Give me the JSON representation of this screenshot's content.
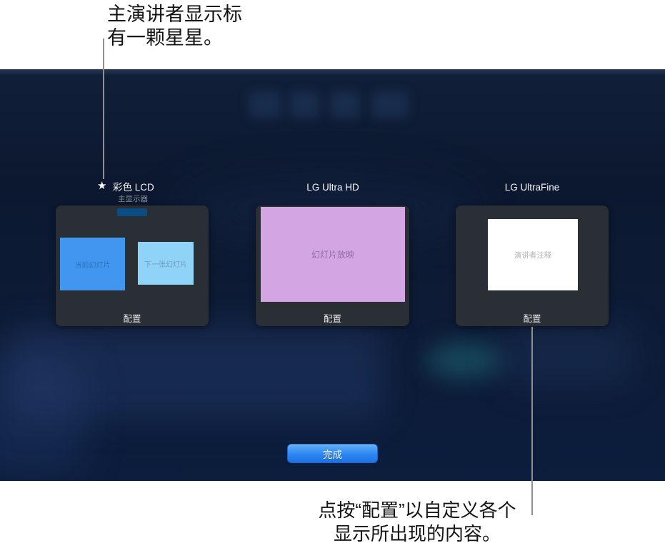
{
  "annotations": {
    "top": {
      "line1": "主演讲者显示标",
      "line2": "有一颗星星。"
    },
    "bottom": {
      "line1": "点按“配置”以自定义各个",
      "line2": "显示所出现的内容。"
    }
  },
  "displays": [
    {
      "name": "彩色 LCD",
      "subtitle": "主显示器",
      "star_glyph": "★",
      "configure_label": "配置",
      "regions": {
        "current": "当前幻灯片",
        "next": "下一张幻灯片"
      }
    },
    {
      "name": "LG Ultra HD",
      "configure_label": "配置",
      "regions": {
        "main": "幻灯片放映"
      }
    },
    {
      "name": "LG UltraFine",
      "configure_label": "配置",
      "regions": {
        "notes": "演讲者注释"
      }
    }
  ],
  "done_button": {
    "label": "完成"
  },
  "colors": {
    "background_dark": "#0c1a33",
    "card_background": "#2a2e35",
    "current_slide_blue": "#4197ef",
    "next_slide_blue": "#90d3f9",
    "slideshow_purple": "#d3a5e3",
    "notes_white": "#ffffff",
    "done_button_blue": "#2e86f2",
    "connector_gray": "#8f8f8f"
  }
}
